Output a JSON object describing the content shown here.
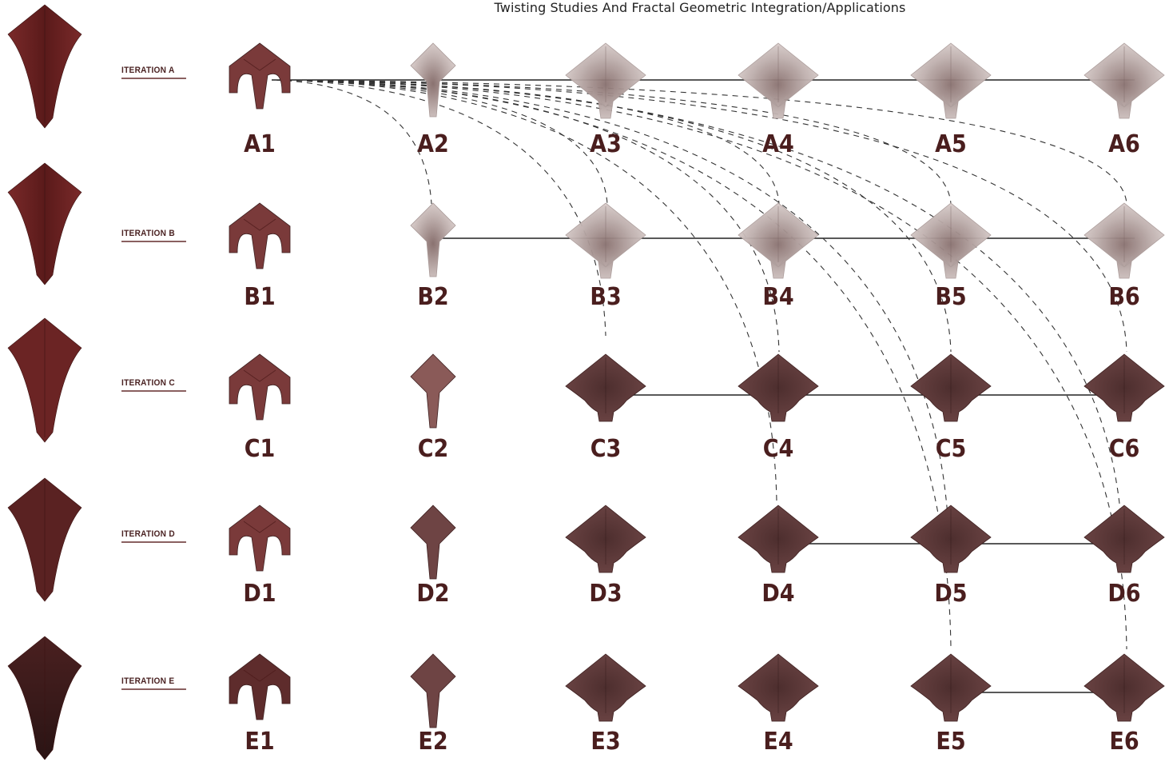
{
  "title": "Twisting Studies And Fractal Geometric Integration/Applications",
  "iterations": [
    {
      "label": "ITERATION A",
      "items": [
        "A1",
        "A2",
        "A3",
        "A4",
        "A5",
        "A6"
      ]
    },
    {
      "label": "ITERATION B",
      "items": [
        "B1",
        "B2",
        "B3",
        "B4",
        "B5",
        "B6"
      ]
    },
    {
      "label": "ITERATION C",
      "items": [
        "C1",
        "C2",
        "C3",
        "C4",
        "C5",
        "C6"
      ]
    },
    {
      "label": "ITERATION D",
      "items": [
        "D1",
        "D2",
        "D3",
        "D4",
        "D5",
        "D6"
      ]
    },
    {
      "label": "ITERATION E",
      "items": [
        "E1",
        "E2",
        "E3",
        "E4",
        "E5",
        "E6"
      ]
    }
  ],
  "colors": {
    "maroon": "#6b2424",
    "brown": "#5e3a3a",
    "translucent": "#c9bbb9",
    "label": "#4a2222"
  }
}
